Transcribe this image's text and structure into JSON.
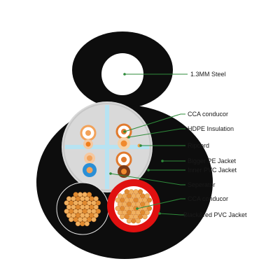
{
  "labels": {
    "steel": "1.3MM Steel",
    "cca_top": "CCA conducor",
    "hdpe": "HDPE Insulation",
    "ripcord": "Ripcord",
    "pe_jacket": "Bigger PE Jacket",
    "inner_pvc": "Inner PVC Jacket",
    "separator": "Seperator",
    "cca_bottom": "CCA conducor",
    "black_red_pvc": "Black&red PVC Jacket"
  },
  "colors": {
    "jacket": "#0d0d0d",
    "inner_pvc": "#d9d9d9",
    "separator": "#b7e3f2",
    "leader": "#2e8b3a",
    "copper": "#e8a04a",
    "red_jacket": "#e01010"
  },
  "pairs": [
    {
      "position": "top-left",
      "color_a": "#f2a25a",
      "color_b": "#f07d1a"
    },
    {
      "position": "top-right",
      "color_a": "#e07a2e",
      "color_b": "#f5d1a6"
    },
    {
      "position": "bottom-left",
      "color_a": "#f2a25a",
      "color_b": "#2a8fd6"
    },
    {
      "position": "bottom-right",
      "color_a": "#e07a2e",
      "color_b": "#7a3a18"
    }
  ]
}
